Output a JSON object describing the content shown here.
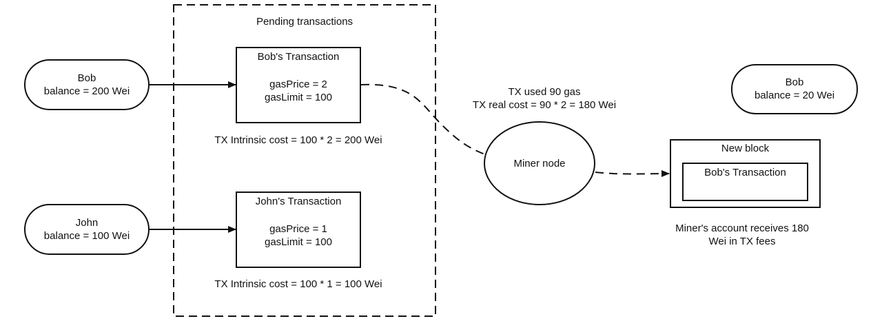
{
  "pending": {
    "title": "Pending transactions"
  },
  "accounts": {
    "bob_before": {
      "name": "Bob",
      "balance": "balance = 200 Wei"
    },
    "john": {
      "name": "John",
      "balance": "balance = 100 Wei"
    },
    "bob_after": {
      "name": "Bob",
      "balance": "balance = 20 Wei"
    }
  },
  "transactions": {
    "bob": {
      "title": "Bob's Transaction",
      "gas_price": "gasPrice = 2",
      "gas_limit": "gasLimit = 100",
      "intrinsic_cost": "TX Intrinsic cost = 100 * 2 = 200 Wei"
    },
    "john": {
      "title": "John's Transaction",
      "gas_price": "gasPrice = 1",
      "gas_limit": "gasLimit = 100",
      "intrinsic_cost": "TX Intrinsic cost = 100 * 1 = 100 Wei"
    }
  },
  "miner": {
    "label": "Miner node",
    "gas_used": "TX used 90 gas",
    "real_cost": "TX real cost = 90 * 2 = 180 Wei"
  },
  "block": {
    "title": "New block",
    "tx_title": "Bob's Transaction",
    "fees_note_line1": "Miner's account receives 180",
    "fees_note_line2": "Wei in TX fees"
  }
}
